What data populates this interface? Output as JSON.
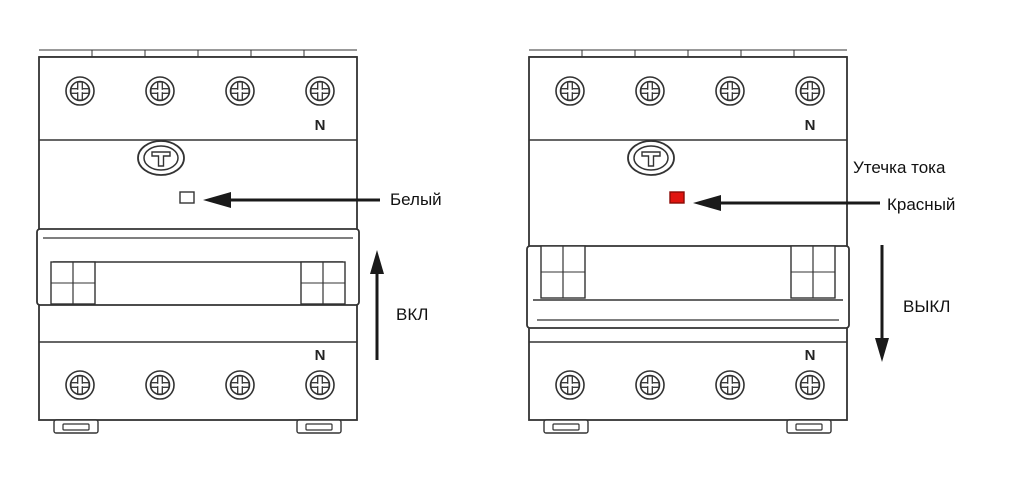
{
  "neutral_label": "N",
  "left_device": {
    "indicator_label": "Белый",
    "indicator_color": "#ffffff",
    "lever_label": "ВКЛ",
    "lever_direction": "up"
  },
  "right_device": {
    "caption": "Утечка тока",
    "indicator_label": "Красный",
    "indicator_color": "#e0140f",
    "lever_label": "ВЫКЛ",
    "lever_direction": "down"
  },
  "colors": {
    "line": "#333333",
    "body_fill": "#ffffff",
    "arrow": "#1a1a1a"
  }
}
